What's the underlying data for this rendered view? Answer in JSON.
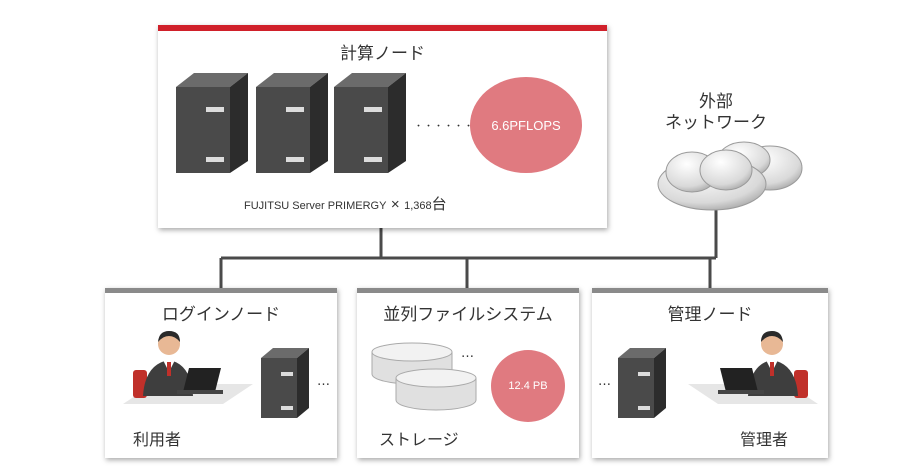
{
  "compute": {
    "title": "計算ノード",
    "performance": "6.6PFLOPS",
    "ellipsis": "・・・・・・",
    "caption_prefix": "FUJITSU Server PRIMERGY",
    "caption_times": "×",
    "caption_count": "1,368",
    "caption_unit": "台"
  },
  "external": {
    "line1": "外部",
    "line2": "ネットワーク"
  },
  "login": {
    "title": "ログインノード",
    "user_label": "利用者",
    "ellipsis": "…"
  },
  "storage": {
    "title": "並列ファイルシステム",
    "capacity": "12.4 PB",
    "label": "ストレージ",
    "ellipsis": "…"
  },
  "admin": {
    "title": "管理ノード",
    "user_label": "管理者",
    "ellipsis": "…"
  },
  "colors": {
    "accent_red": "#d0202a",
    "circle_pink": "#e07a80",
    "line": "#4a4a4a",
    "panel_bar": "#8a8a8a"
  }
}
